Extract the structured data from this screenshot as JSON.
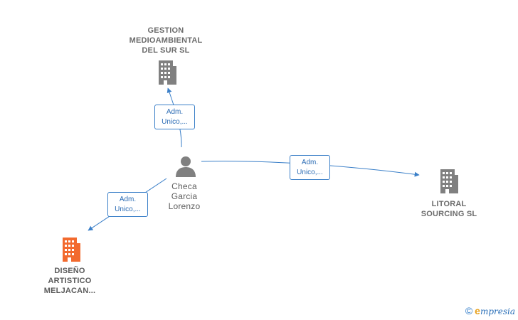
{
  "colors": {
    "edge": "#3a7fc8",
    "company_icon": "#808080",
    "highlight_icon": "#f26a2e",
    "person_icon": "#808080"
  },
  "nodes": {
    "gestion": {
      "lines": [
        "GESTION",
        "MEDIOAMBIENTAL",
        "DEL SUR  SL"
      ],
      "icon": "building-icon"
    },
    "person": {
      "lines": [
        "Checa",
        "Garcia",
        "Lorenzo"
      ],
      "icon": "person-icon"
    },
    "litoral": {
      "lines": [
        "LITORAL",
        "SOURCING  SL"
      ],
      "icon": "building-icon"
    },
    "diseno": {
      "lines": [
        "DISEÑO",
        "ARTISTICO",
        "MELJACAN..."
      ],
      "icon": "building-icon"
    }
  },
  "edges": [
    {
      "id": "to-gestion",
      "lines": [
        "Adm.",
        "Unico,..."
      ]
    },
    {
      "id": "to-litoral",
      "lines": [
        "Adm.",
        "Unico,..."
      ]
    },
    {
      "id": "to-diseno",
      "lines": [
        "Adm.",
        "Unico,..."
      ]
    }
  ],
  "footer": {
    "copyright": "©",
    "brand_initial": "e",
    "brand_rest": "mpresia"
  }
}
